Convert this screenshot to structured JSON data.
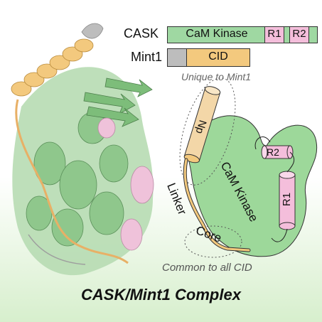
{
  "domain_legend": {
    "cask_label": "CASK",
    "mint1_label": "Mint1",
    "cask_segments": [
      "CaM Kinase",
      "R1",
      "R2"
    ],
    "mint1_segments": [
      "CID"
    ],
    "unique_note": "Unique to Mint1",
    "common_note": "Common to all CID"
  },
  "schematic": {
    "np_label": "Np",
    "camk_label": "CaM Kinase",
    "linker_label": "Linker",
    "core_label": "Core",
    "r1_label": "R1",
    "r2_label": "R2"
  },
  "title": "CASK/Mint1 Complex",
  "colors": {
    "cask_green": "#9fd8a2",
    "mint1_orange": "#f3c97e",
    "r_pink": "#f4bedb",
    "grey": "#bdbdbd",
    "structure_green": "#a9d4a7",
    "background_green": "#d7efcd"
  }
}
